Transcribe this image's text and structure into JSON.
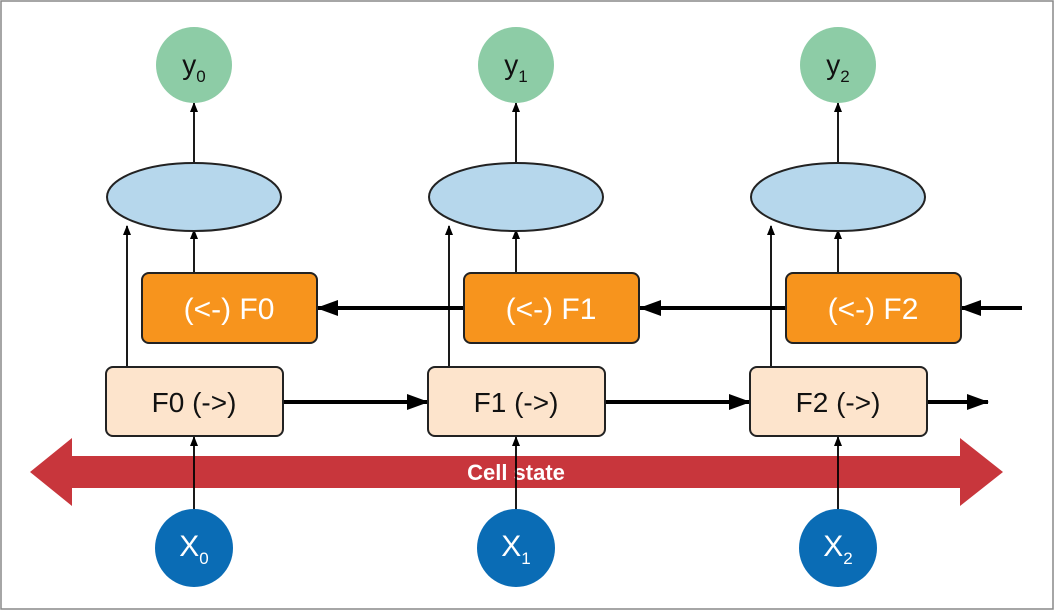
{
  "colors": {
    "output_node": "#8dcca6",
    "hidden_ellipse": "#b6d7ec",
    "backward_box": "#f7941d",
    "forward_box": "#fde4cc",
    "input_node": "#0a6cb5",
    "cell_state": "#c8363c",
    "outline": "#222222"
  },
  "cell_state": {
    "label": "Cell state"
  },
  "steps": [
    {
      "output": {
        "var": "y",
        "sub": "0"
      },
      "backward": {
        "label": "(<-) F0"
      },
      "forward": {
        "label": "F0 (->)"
      },
      "input": {
        "var": "X",
        "sub": "0"
      }
    },
    {
      "output": {
        "var": "y",
        "sub": "1"
      },
      "backward": {
        "label": "(<-) F1"
      },
      "forward": {
        "label": "F1 (->)"
      },
      "input": {
        "var": "X",
        "sub": "1"
      }
    },
    {
      "output": {
        "var": "y",
        "sub": "2"
      },
      "backward": {
        "label": "(<-) F2"
      },
      "forward": {
        "label": "F2 (->)"
      },
      "input": {
        "var": "X",
        "sub": "2"
      }
    }
  ]
}
